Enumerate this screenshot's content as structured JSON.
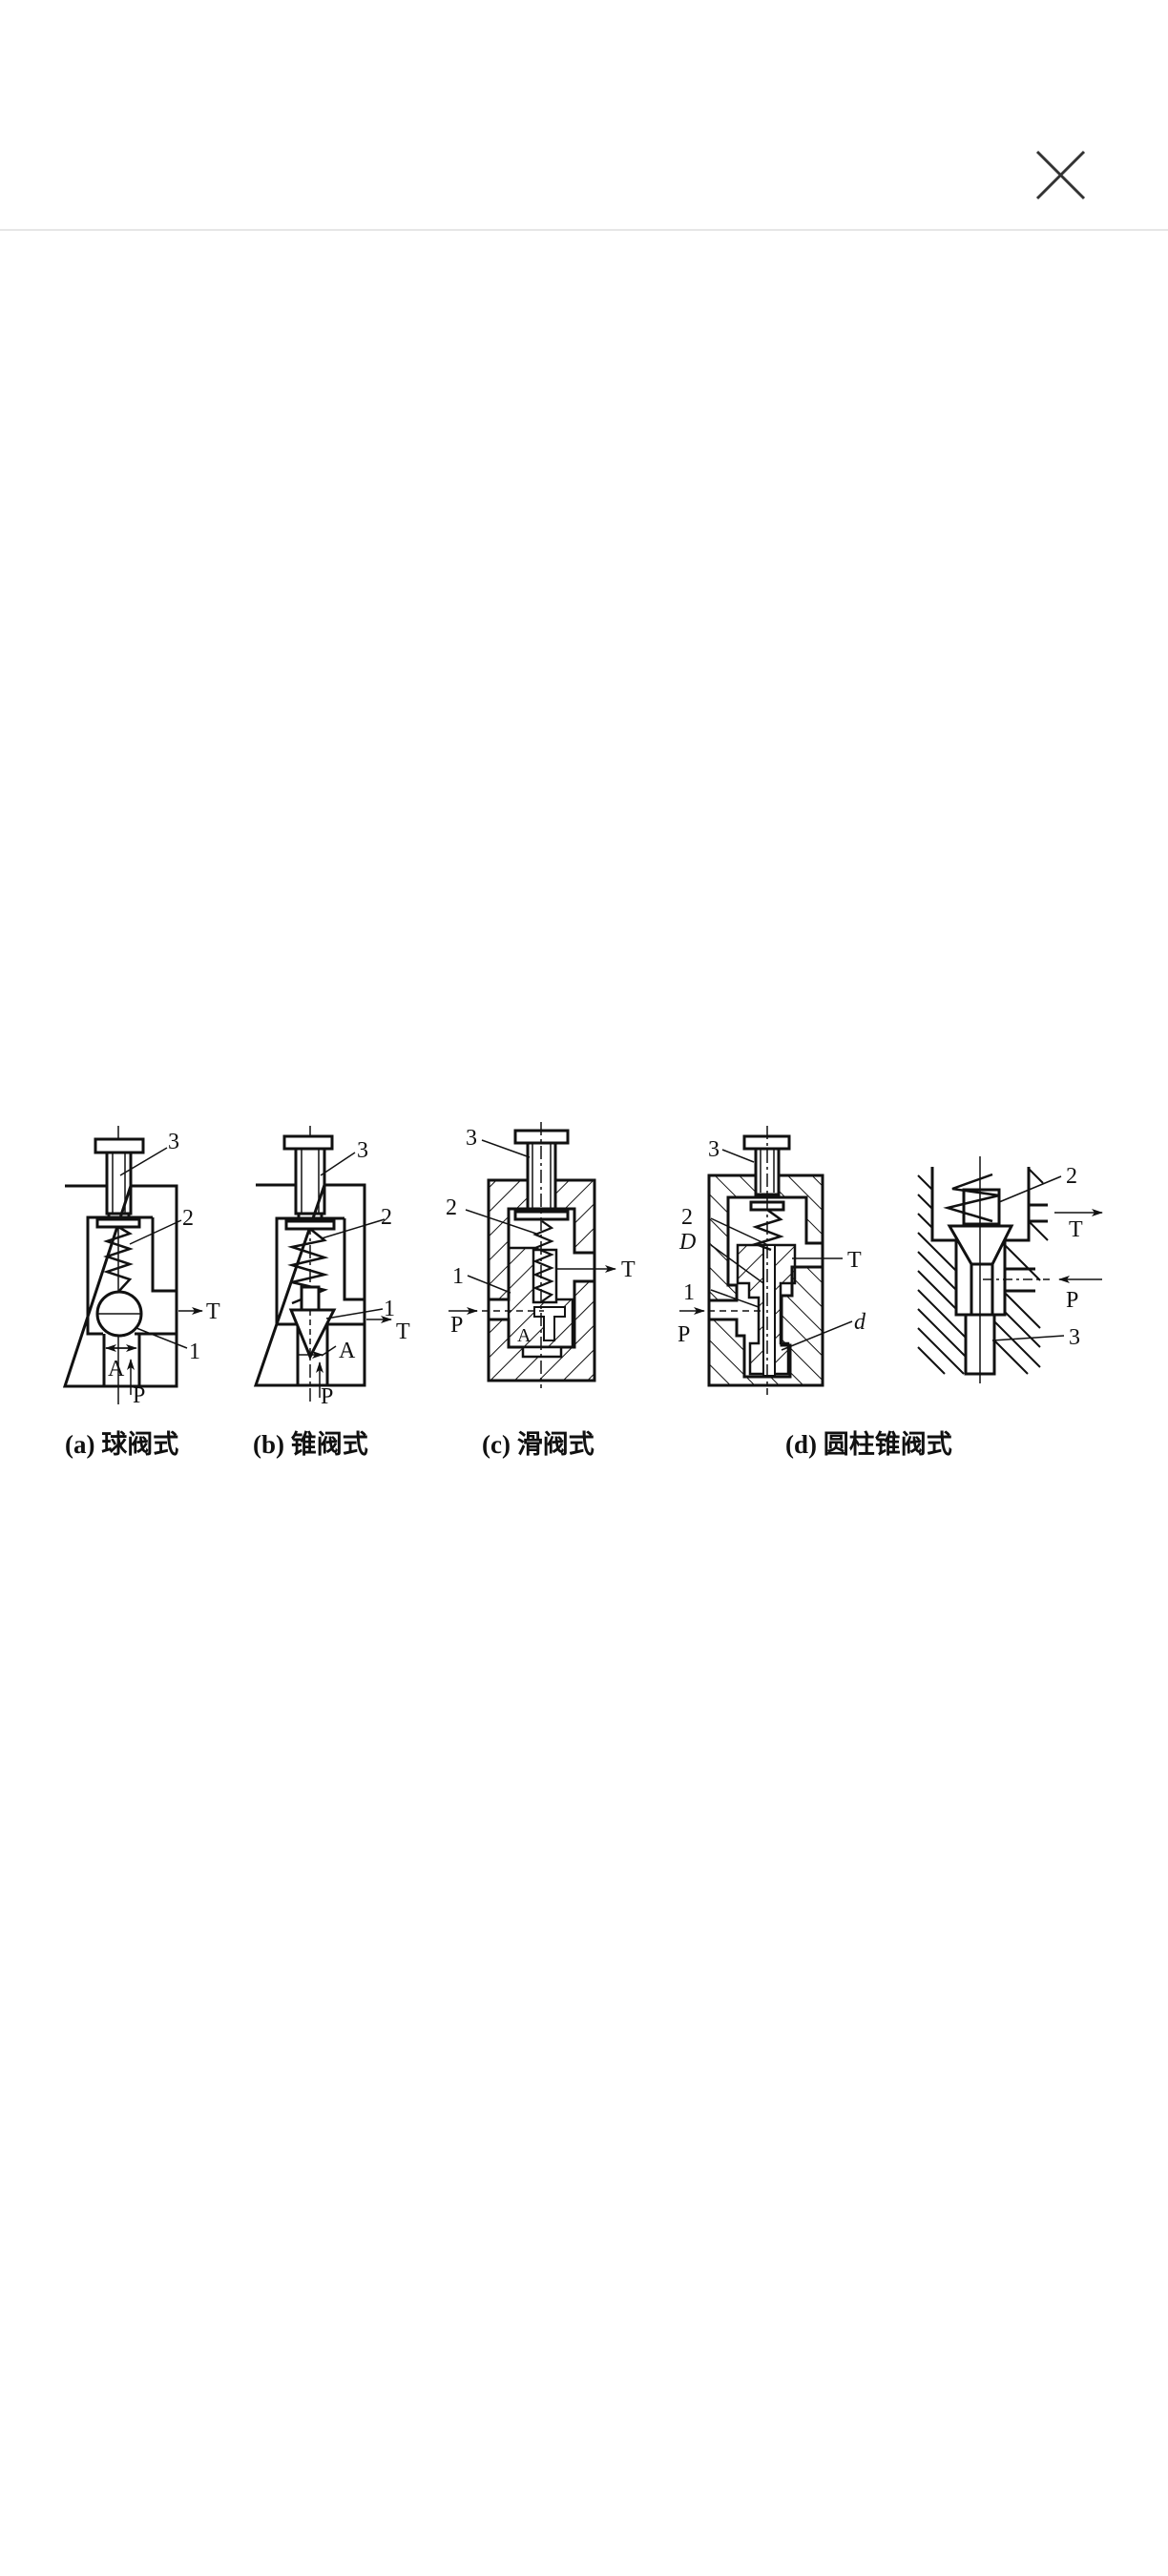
{
  "header": {
    "close_icon": "close-icon",
    "close_label": "Close"
  },
  "figure": {
    "subfigures": [
      {
        "id": "a",
        "caption": "(a) 球阀式",
        "labels": [
          "3",
          "2",
          "1",
          "T",
          "A",
          "P"
        ]
      },
      {
        "id": "b",
        "caption": "(b) 锥阀式",
        "labels": [
          "3",
          "2",
          "1",
          "T",
          "A",
          "P"
        ]
      },
      {
        "id": "c",
        "caption": "(c) 滑阀式",
        "labels": [
          "3",
          "2",
          "1",
          "T",
          "P",
          "A"
        ]
      },
      {
        "id": "d",
        "caption": "(d) 圆柱锥阀式",
        "labels": [
          "3",
          "2",
          "D",
          "1",
          "P",
          "T",
          "d"
        ]
      },
      {
        "id": "e",
        "caption": "",
        "labels": [
          "2",
          "T",
          "P",
          "3"
        ]
      }
    ]
  },
  "colors": {
    "line": "#111111",
    "divider": "#e6e6e6",
    "icon": "#333333",
    "background": "#ffffff"
  }
}
